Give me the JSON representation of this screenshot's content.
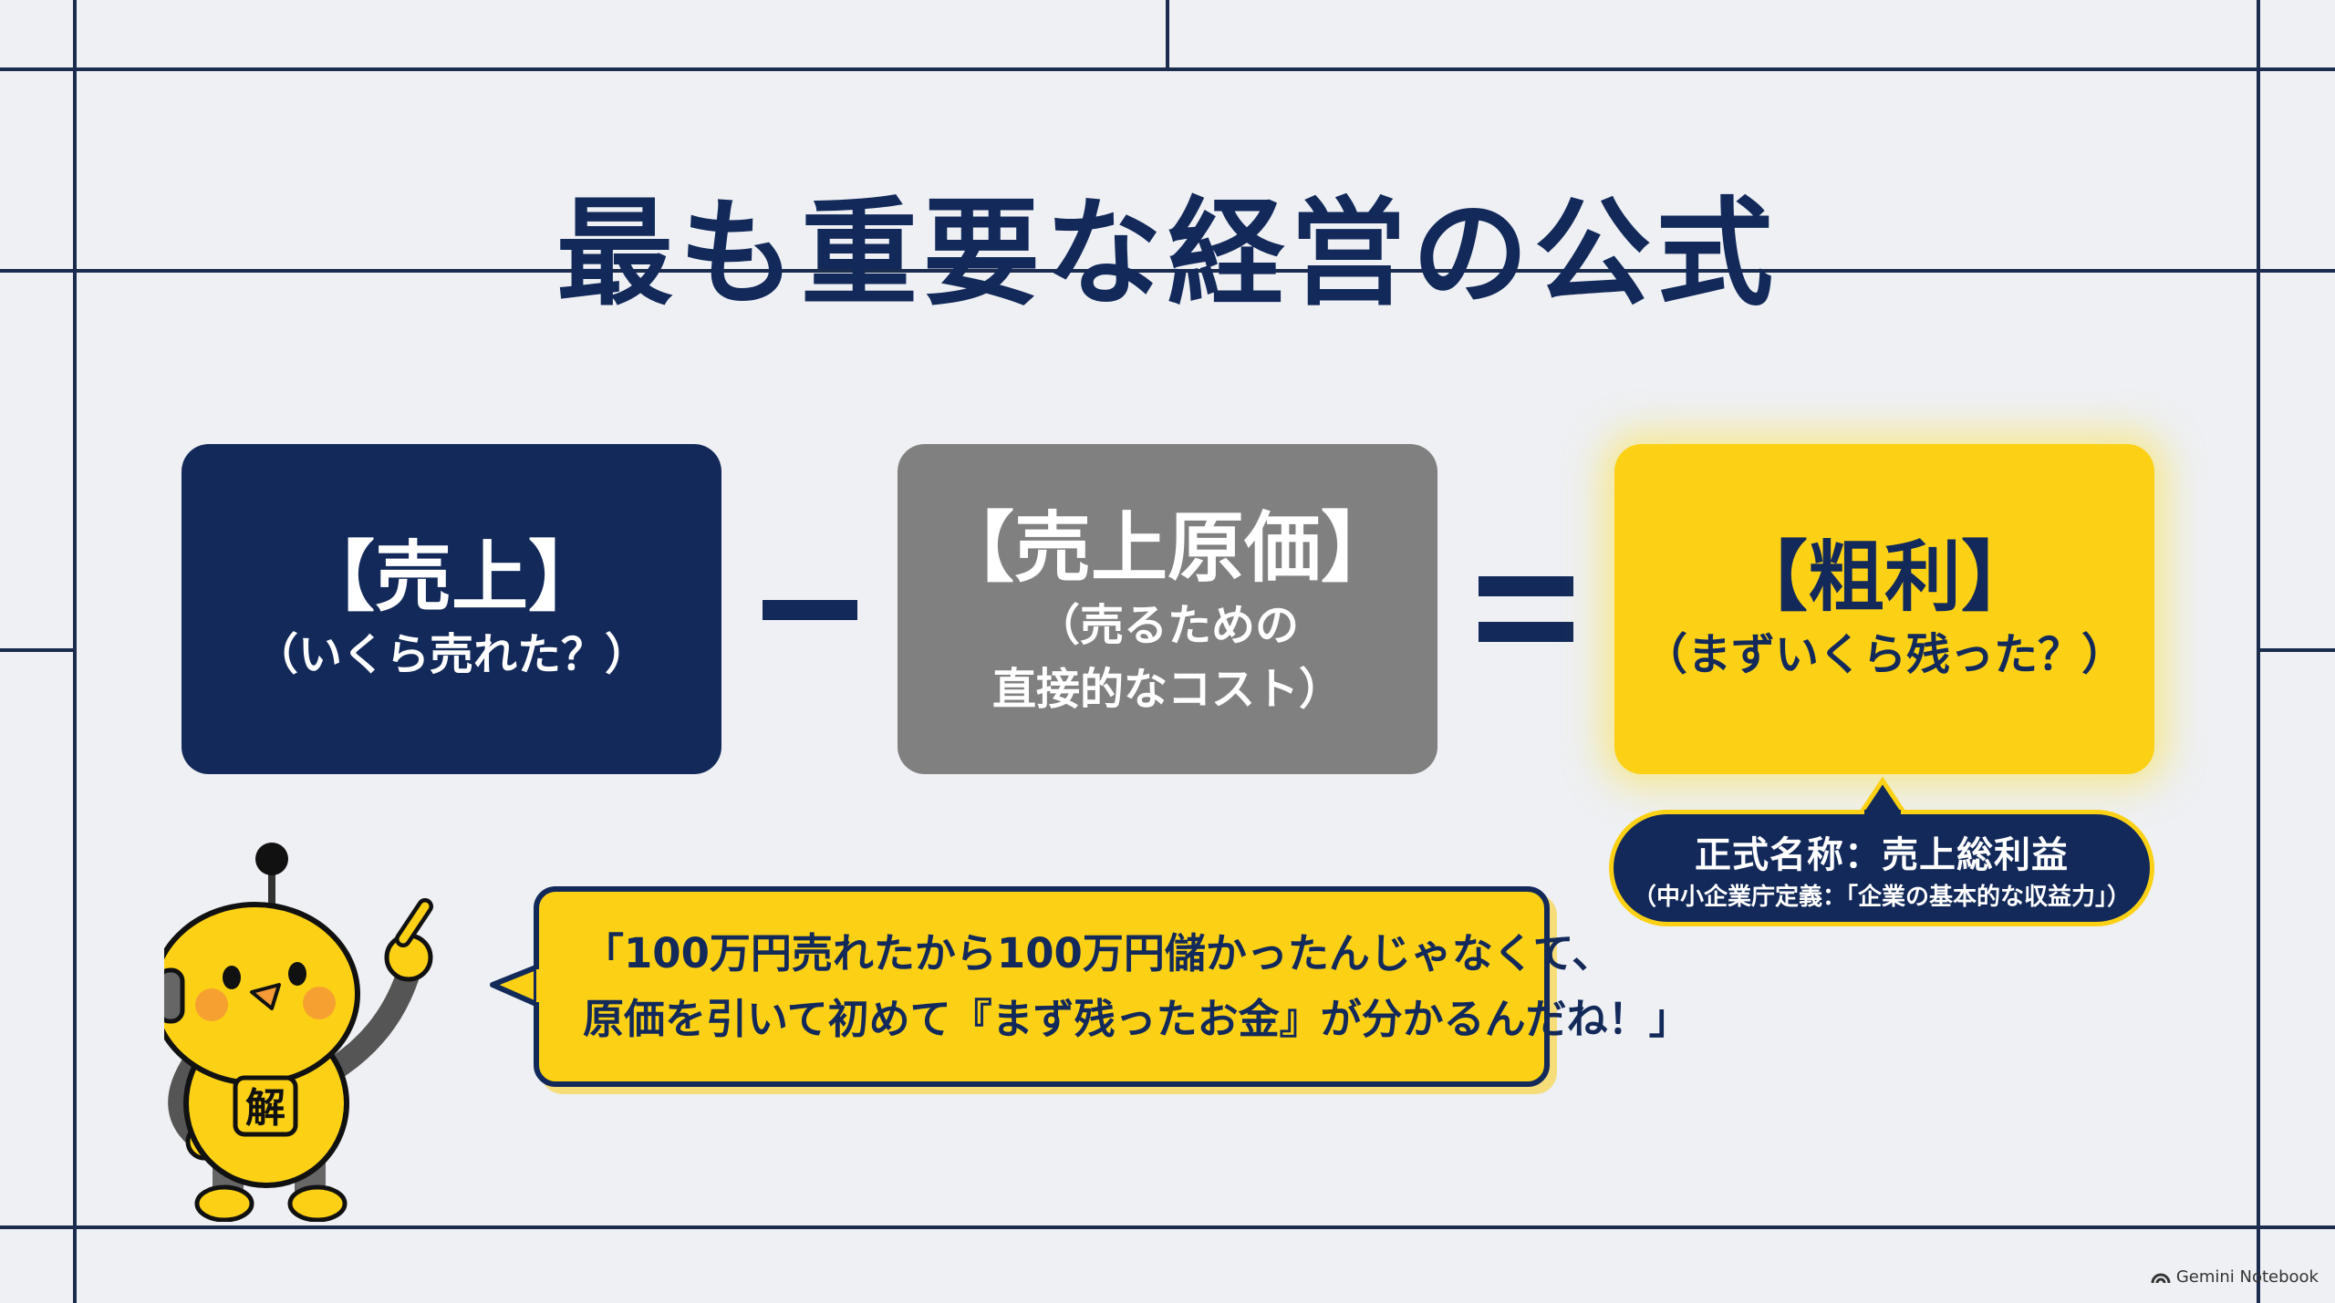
{
  "title": "最も重要な経営の公式",
  "formula": {
    "sales": {
      "main": "【売上】",
      "sub": "（いくら売れた？）"
    },
    "operator_minus": "－",
    "cogs": {
      "main": "【売上原価】",
      "sub": "（売るための\n直接的なコスト）"
    },
    "operator_equals": "＝",
    "gross_profit": {
      "main": "【粗利】",
      "sub": "（まずいくら残った？）"
    }
  },
  "callout": {
    "line1": "正式名称：売上総利益",
    "line2": "（中小企業庁定義：「企業の基本的な収益力」）"
  },
  "speech": {
    "line1": "「100万円売れたから100万円儲かったんじゃなくて、",
    "line2": "原価を引いて初めて『まず残ったお金』が分かるんだね！」"
  },
  "mascot": {
    "badge": "解"
  },
  "footer": {
    "brand": "Gemini Notebook"
  },
  "colors": {
    "navy": "#12295a",
    "gray": "#808080",
    "yellow": "#fcd115",
    "background": "#eef0f3"
  }
}
